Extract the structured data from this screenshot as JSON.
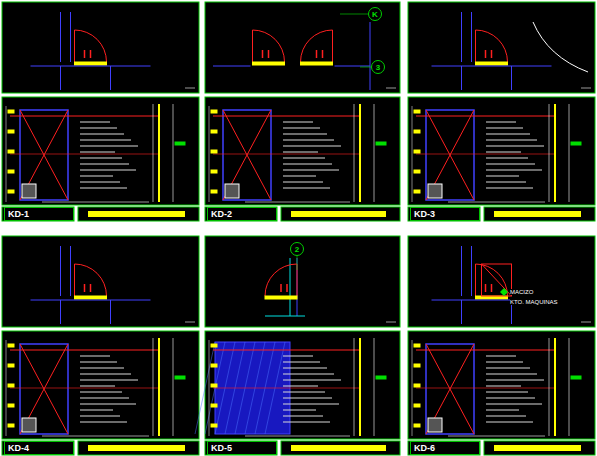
{
  "diagram": {
    "nodes": [
      {
        "text": [
          "KD-1"
        ]
      },
      {
        "text": [
          "KD-2"
        ]
      },
      {
        "text": [
          "KD-3"
        ]
      },
      {
        "text": [
          "KD-4"
        ]
      },
      {
        "text": [
          "KD-5"
        ]
      },
      {
        "text": [
          "KD-6"
        ]
      },
      {
        "text": [
          "K"
        ]
      },
      {
        "text": [
          "3"
        ]
      },
      {
        "text": [
          "2"
        ]
      }
    ],
    "labels": [
      "MACIZO",
      "KTO. MAQUINAS"
    ]
  }
}
